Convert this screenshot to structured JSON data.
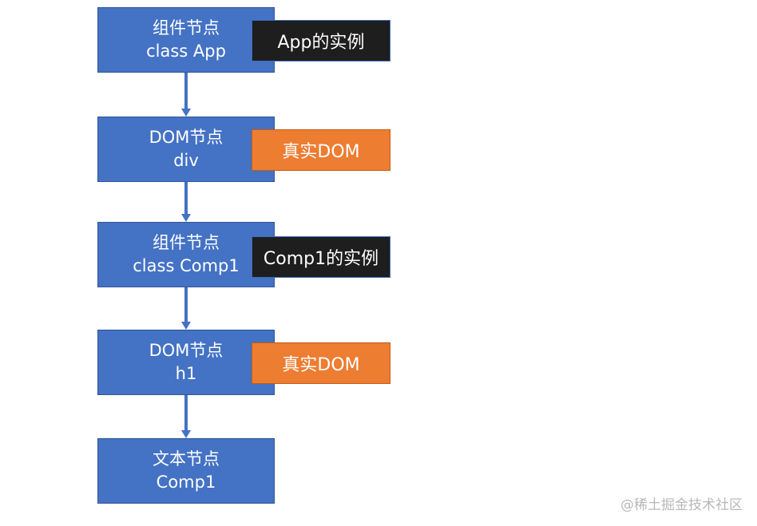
{
  "nodes": [
    {
      "line1": "组件节点",
      "line2": "class App"
    },
    {
      "line1": "DOM节点",
      "line2": "div"
    },
    {
      "line1": "组件节点",
      "line2": "class Comp1"
    },
    {
      "line1": "DOM节点",
      "line2": "h1"
    },
    {
      "line1": "文本节点",
      "line2": "Comp1"
    }
  ],
  "tags": [
    {
      "label": "App的实例"
    },
    {
      "label": "真实DOM"
    },
    {
      "label": "Comp1的实例"
    },
    {
      "label": "真实DOM"
    }
  ],
  "watermark": "@稀土掘金技术社区",
  "colors": {
    "node_fill": "#4472c4",
    "instance_tag_fill": "#1e1e1e",
    "dom_tag_fill": "#ed7d31",
    "arrow": "#4472c4"
  }
}
